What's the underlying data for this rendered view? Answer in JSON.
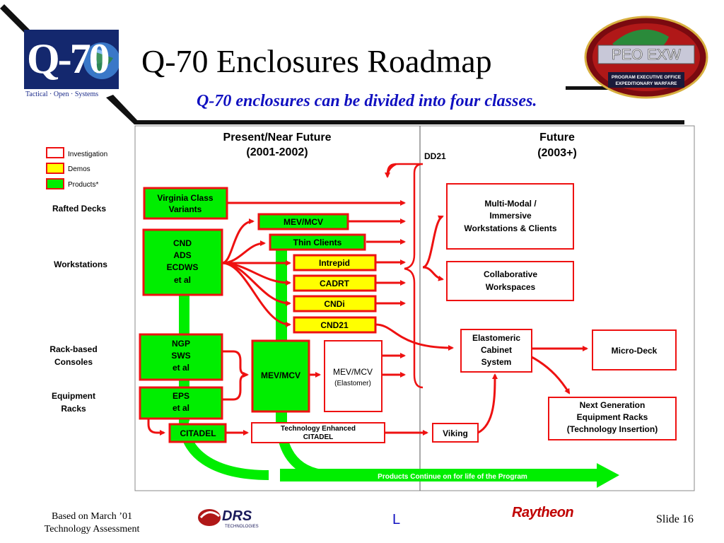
{
  "header": {
    "title": "Q-70 Enclosures Roadmap",
    "subtitle": "Q-70 enclosures can be divided into four classes.",
    "logo_text": "Q-70",
    "tagline": "Tactical  ·  Open  ·  Systems",
    "badge_text": "PEO EXW",
    "badge_caption_1": "PROGRAM EXECUTIVE OFFICE",
    "badge_caption_2": "EXPEDITIONARY WARFARE"
  },
  "diagram": {
    "present_header": [
      "Present/Near Future",
      "(2001-2002)"
    ],
    "future_header": [
      "Future",
      "(2003+)"
    ],
    "dd21_label": "DD21",
    "legend": [
      {
        "label": "Investigation",
        "color": "#ffffff"
      },
      {
        "label": "Demos",
        "color": "#ffff00"
      },
      {
        "label": "Products*",
        "color": "#00ee00"
      }
    ],
    "row_labels": {
      "rafted": "Rafted Decks",
      "workstations": "Workstations",
      "rack_based": [
        "Rack-based",
        "Consoles"
      ],
      "equipment": [
        "Equipment",
        "Racks"
      ]
    },
    "products": {
      "virginia": [
        "Virginia Class",
        "Variants"
      ],
      "cnd_group": [
        "CND",
        "ADS",
        "ECDWS",
        "et al"
      ],
      "ngp_group": [
        "NGP",
        "SWS",
        "et al"
      ],
      "eps_group": [
        "EPS",
        "et al"
      ],
      "mev_mcv_top": "MEV/MCV",
      "thin_clients": "Thin Clients",
      "mev_mcv_mid": "MEV/MCV",
      "citadel": "CITADEL"
    },
    "demos": {
      "intrepid": "Intrepid",
      "cadrt": "CADRT",
      "cndi": "CNDi",
      "cnd21": "CND21"
    },
    "investigations": {
      "mev_elastomer": [
        "MEV/MCV",
        "(Elastomer)"
      ],
      "tech_citadel": [
        "Technology Enhanced",
        "CITADEL"
      ],
      "viking": "Viking",
      "multimodal": [
        "Multi-Modal /",
        "Immersive",
        "Workstations & Clients"
      ],
      "collaborative": [
        "Collaborative",
        "Workspaces"
      ],
      "elastomeric": [
        "Elastomeric",
        "Cabinet",
        "System"
      ],
      "micro_deck": "Micro-Deck",
      "next_gen": [
        "Next Generation",
        "Equipment Racks",
        "(Technology Insertion)"
      ]
    },
    "banner": "Products Continue on for life of the Program"
  },
  "footer": {
    "left": [
      "Based on March ’01",
      "Technology Assessment"
    ],
    "drs": "DRS",
    "drs_sub": "TECHNOLOGIES",
    "mid": "L",
    "raytheon": "Raytheon",
    "slide": "Slide 16"
  },
  "colors": {
    "red": "#ee1111",
    "green": "#00ee00",
    "yellow": "#ffff00",
    "navy": "#000033",
    "blue_text": "#1010c0"
  }
}
